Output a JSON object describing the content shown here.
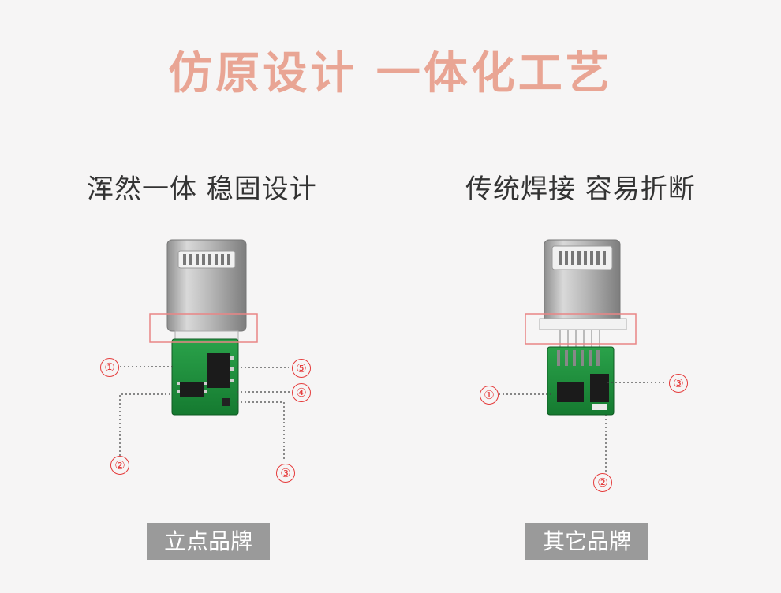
{
  "title": "仿原设计 一体化工艺",
  "left_panel": {
    "subtitle": "浑然一体 稳固设计",
    "brand_label": "立点品牌",
    "callouts": [
      "①",
      "②",
      "③",
      "④",
      "⑤"
    ]
  },
  "right_panel": {
    "subtitle": "传统焊接 容易折断",
    "brand_label": "其它品牌",
    "callouts": [
      "①",
      "②",
      "③"
    ]
  },
  "colors": {
    "title": "#e9a594",
    "callout": "#e53a3a",
    "brand_bg": "#9a9a9a",
    "pcb_green": "#1f8f3c"
  }
}
